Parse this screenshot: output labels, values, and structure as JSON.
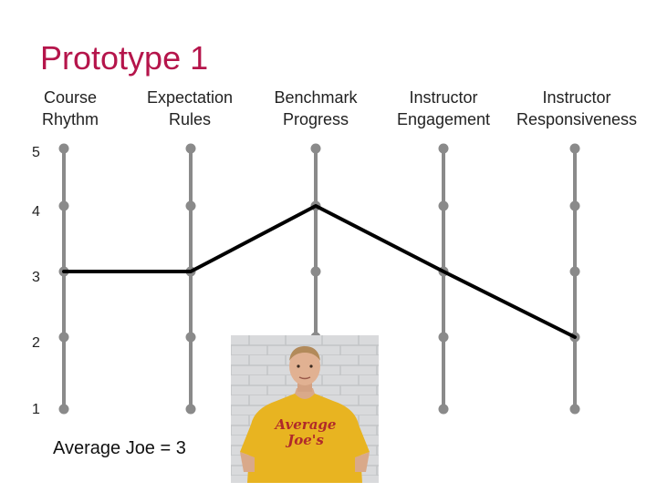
{
  "title": "Prototype 1",
  "caption": "Average Joe = 3",
  "photo_shirt_text": [
    "Average",
    "Joe's"
  ],
  "chart_data": {
    "type": "line",
    "categories": [
      "Course\nRhythm",
      "Expectation\nRules",
      "Benchmark\nProgress",
      "Instructor\nEngagement",
      "Instructor\nResponsiveness"
    ],
    "levels": [
      5,
      4,
      3,
      2,
      1
    ],
    "values": [
      3,
      3,
      4,
      3,
      2
    ],
    "ylim": [
      1,
      5
    ],
    "axis_color": "#8a8a8a",
    "line_color": "#000000"
  }
}
